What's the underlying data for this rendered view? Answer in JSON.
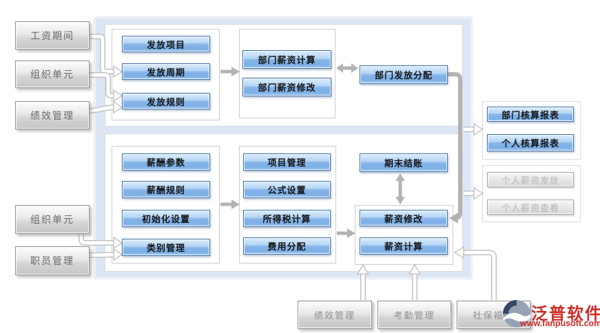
{
  "left_inputs": [
    "工资期间",
    "组织单元",
    "绩效管理",
    "组织单元",
    "职员管理"
  ],
  "top_section": {
    "col1": [
      "发放项目",
      "发放周期",
      "发放规则"
    ],
    "col2": [
      "部门薪资计算",
      "部门薪资修改"
    ],
    "allocation": "部门发放分配"
  },
  "bottom_section": {
    "col1": [
      "薪酬参数",
      "薪酬规则",
      "初始化设置",
      "类别管理"
    ],
    "col2": [
      "项目管理",
      "公式设置",
      "所得税计算",
      "费用分配"
    ],
    "period_close": "期末结账",
    "salary_modify": "薪资修改",
    "salary_calc": "薪资计算"
  },
  "right_outputs": {
    "report_dept": "部门核算报表",
    "report_personal": "个人核算报表",
    "personal_pay": "个人薪资发放",
    "personal_view": "个人薪资查看"
  },
  "bottom_inputs": [
    "绩效管理",
    "考勤管理",
    "社保福利"
  ],
  "logo": {
    "brand": "泛普软件",
    "url": "www.fanpusoft.com"
  },
  "colors": {
    "node_blue_border": "#3b6ea5",
    "node_blue_fill": "#86b5e9",
    "container_bg": "#dce6f4",
    "gray_box": "#c6c6c6",
    "logo_red": "#cd2b26"
  }
}
